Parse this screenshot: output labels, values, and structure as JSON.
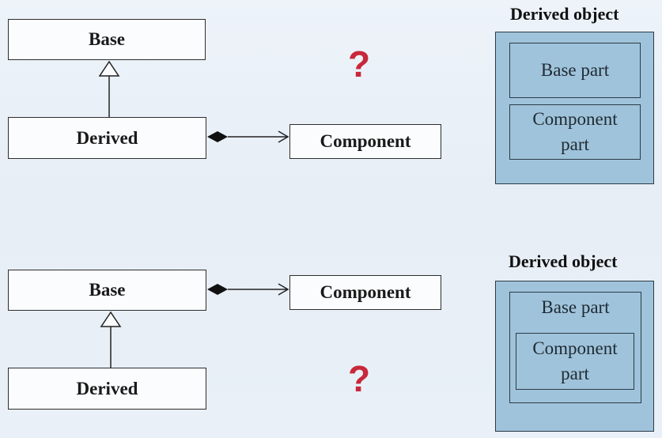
{
  "diagram_top": {
    "base_label": "Base",
    "derived_label": "Derived",
    "component_label": "Component",
    "question_mark": "?",
    "object_title": "Derived object",
    "base_part_label": "Base part",
    "component_part_line1": "Component",
    "component_part_line2": "part"
  },
  "diagram_bottom": {
    "base_label": "Base",
    "derived_label": "Derived",
    "component_label": "Component",
    "question_mark": "?",
    "object_title": "Derived object",
    "base_part_label": "Base part",
    "component_part_line1": "Component",
    "component_part_line2": "part"
  },
  "colors": {
    "question": "#c8283a",
    "object_fill": "#9fc3da",
    "background": "#e9f0f7"
  }
}
